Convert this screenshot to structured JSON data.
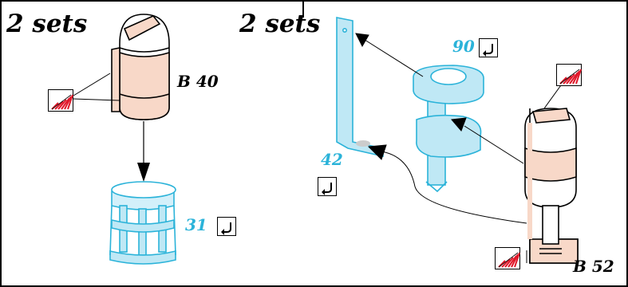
{
  "left_panel": {
    "heading": "2 sets",
    "part_code": "B 40",
    "part_number": "31"
  },
  "right_panel": {
    "heading": "2 sets",
    "part_code": "B 52",
    "part_number_a": "90",
    "part_number_b": "42"
  },
  "icons": {
    "flip": "flip-over-icon",
    "paint": "paint-hatch-icon"
  },
  "colors": {
    "accent": "#2bb3d9",
    "clear_part": "#bfe8f5",
    "flesh_part": "#f8d8c8",
    "hatch_red": "#e0182a",
    "border": "#000000"
  }
}
